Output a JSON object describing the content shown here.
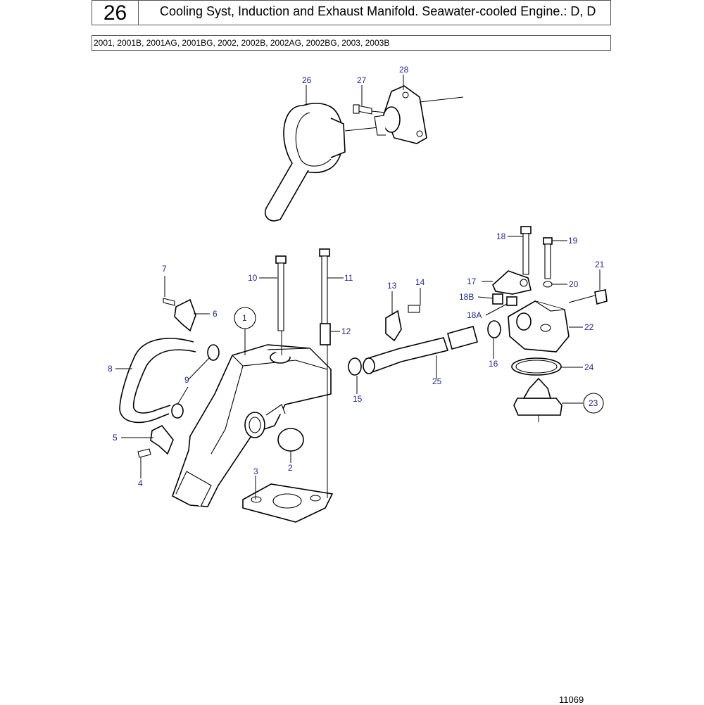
{
  "header": {
    "page_number": "26",
    "title": "Cooling Syst, Induction and Exhaust Manifold. Seawater-cooled Engine.: D, D"
  },
  "models": "2001, 2001B, 2001AG, 2001BG, 2002, 2002B, 2002AG, 2002BG, 2003, 2003B",
  "drawing_number": "11069",
  "callouts": {
    "c1": "1",
    "c2": "2",
    "c3": "3",
    "c4": "4",
    "c5": "5",
    "c6": "6",
    "c7": "7",
    "c8": "8",
    "c9": "9",
    "c10": "10",
    "c11": "11",
    "c12": "12",
    "c13": "13",
    "c14": "14",
    "c15": "15",
    "c16": "16",
    "c17": "17",
    "c18": "18",
    "c18A": "18A",
    "c18B": "18B",
    "c19": "19",
    "c20": "20",
    "c21": "21",
    "c22": "22",
    "c23": "23",
    "c24": "24",
    "c25": "25",
    "c26": "26",
    "c27": "27",
    "c28": "28"
  }
}
